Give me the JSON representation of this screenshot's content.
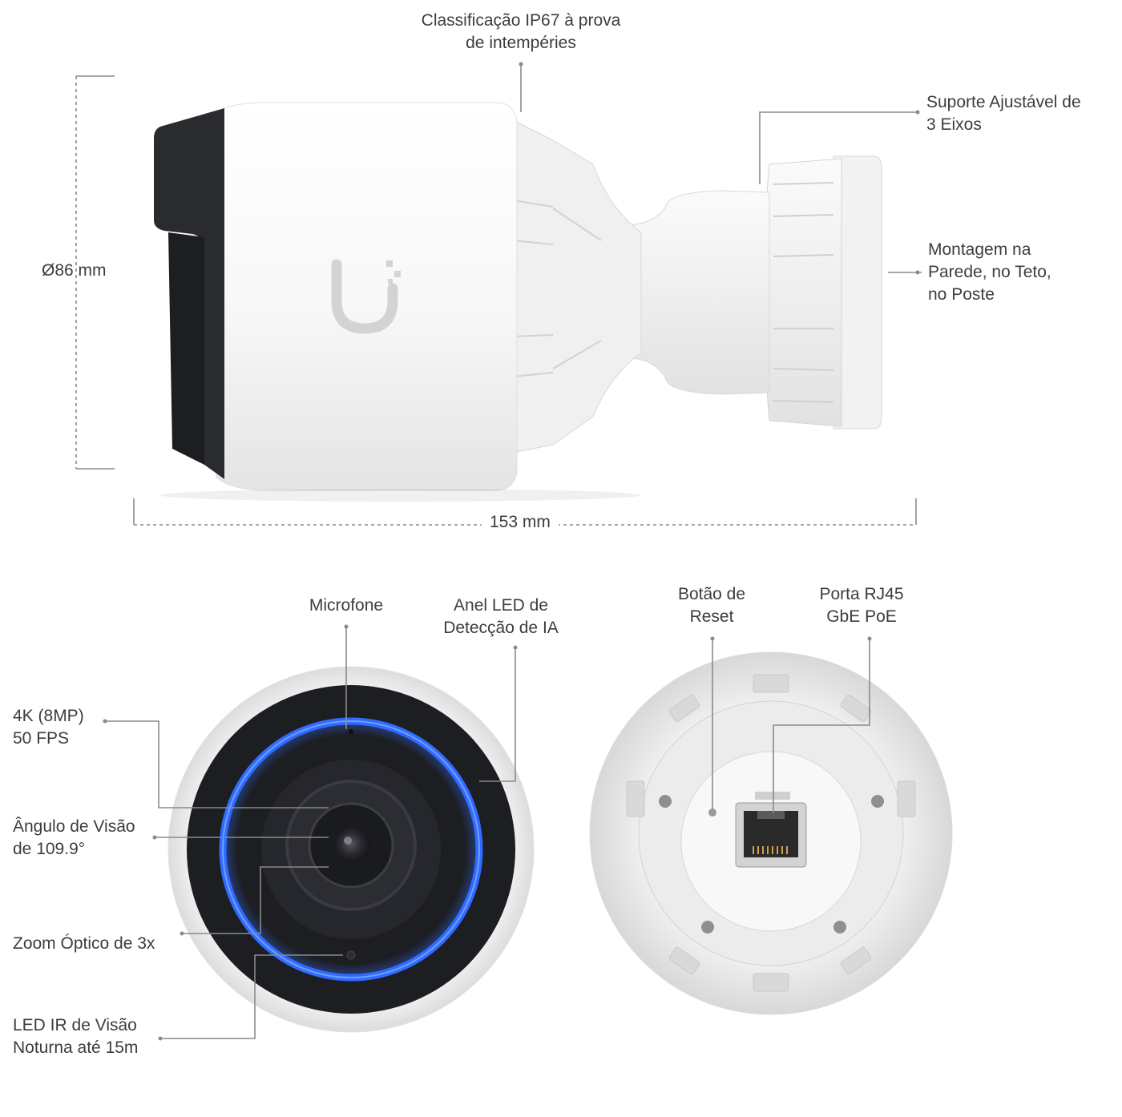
{
  "top": {
    "ip67": "Classificação IP67 à prova\nde intempéries",
    "mount_axes": "Suporte Ajustável de\n3 Eixos",
    "mounting": "Montagem na\nParede, no Teto,\nno Poste",
    "diameter": "Ø86 mm",
    "length": "153 mm"
  },
  "front": {
    "microphone": "Microfone",
    "led_ring": "Anel LED de\nDetecção de IA",
    "resolution": "4K (8MP)\n50 FPS",
    "fov": "Ângulo de Visão\nde 109.9°",
    "zoom": "Zoom Óptico de 3x",
    "ir": "LED IR de Visão\nNoturna até 15m"
  },
  "back": {
    "reset": "Botão de\nReset",
    "rj45": "Porta RJ45\nGbE PoE"
  },
  "colors": {
    "led_ring": "#2f6bff",
    "body": "#f4f4f4",
    "lens_housing": "#1d1e22",
    "line": "#8a8a8a"
  }
}
